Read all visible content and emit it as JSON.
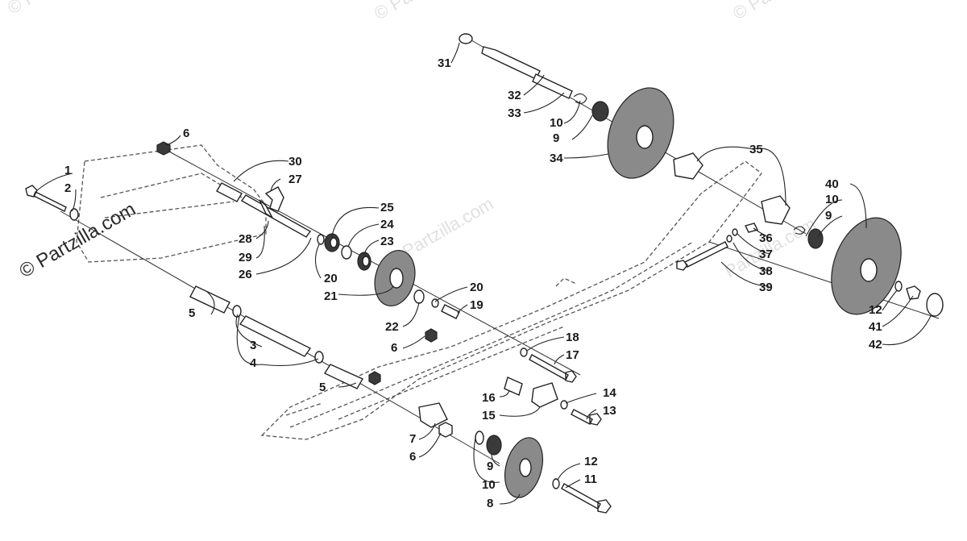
{
  "watermarks": {
    "main": "© Partzilla.com",
    "diag1": "Partzilla.com",
    "diag2": "Partzilla.com",
    "top1": "© Pa",
    "top2": "© Pa",
    "top3": "© Pa"
  },
  "callouts": {
    "c1": "1",
    "c2": "2",
    "c3": "3",
    "c4": "4",
    "c5a": "5",
    "c5b": "5",
    "c6a": "6",
    "c6b": "6",
    "c6c": "6",
    "c7": "7",
    "c8": "8",
    "c9a": "9",
    "c9b": "9",
    "c9c": "9",
    "c10a": "10",
    "c10b": "10",
    "c10c": "10",
    "c11": "11",
    "c12a": "12",
    "c12b": "12",
    "c13": "13",
    "c14": "14",
    "c15": "15",
    "c16": "16",
    "c17": "17",
    "c18": "18",
    "c19": "19",
    "c20a": "20",
    "c20b": "20",
    "c21": "21",
    "c22": "22",
    "c23": "23",
    "c24": "24",
    "c25": "25",
    "c26": "26",
    "c27": "27",
    "c28": "28",
    "c29": "29",
    "c30": "30",
    "c31": "31",
    "c32": "32",
    "c33": "33",
    "c34": "34",
    "c35": "35",
    "c36": "36",
    "c37": "37",
    "c38": "38",
    "c39": "39",
    "c40": "40",
    "c41": "41",
    "c42": "42"
  }
}
